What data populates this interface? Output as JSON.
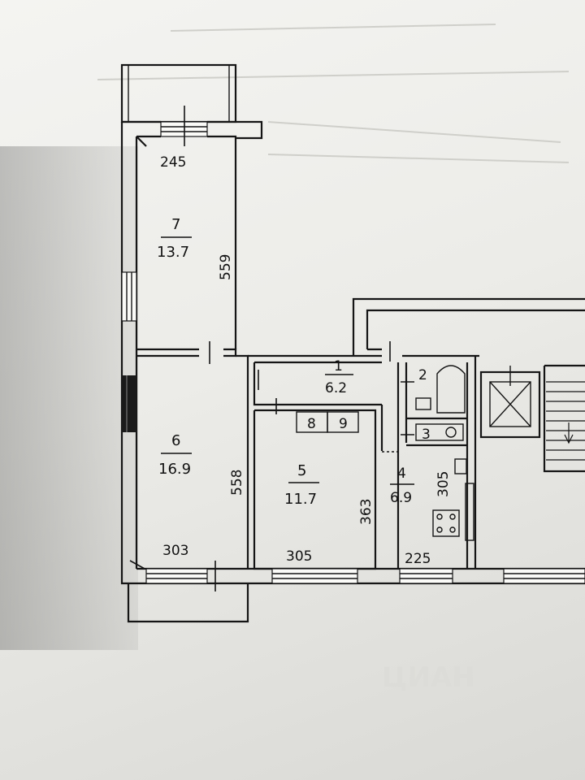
{
  "plan": {
    "rooms": [
      {
        "id": "room-7",
        "number": "7",
        "area": "13.7",
        "width": "245",
        "length": "559"
      },
      {
        "id": "room-6",
        "number": "6",
        "area": "16.9",
        "width": "303",
        "length": "558"
      },
      {
        "id": "room-5",
        "number": "5",
        "area": "11.7",
        "width": "305",
        "length": "363"
      },
      {
        "id": "room-1",
        "number": "1",
        "area": "6.2"
      },
      {
        "id": "room-4",
        "number": "4",
        "area": "6.9",
        "width": "225",
        "length": "305"
      },
      {
        "id": "room-2",
        "number": "2"
      },
      {
        "id": "room-3",
        "number": "3"
      },
      {
        "id": "room-8",
        "number": "8"
      },
      {
        "id": "room-9",
        "number": "9"
      }
    ],
    "watermark": "ЦИАН"
  }
}
